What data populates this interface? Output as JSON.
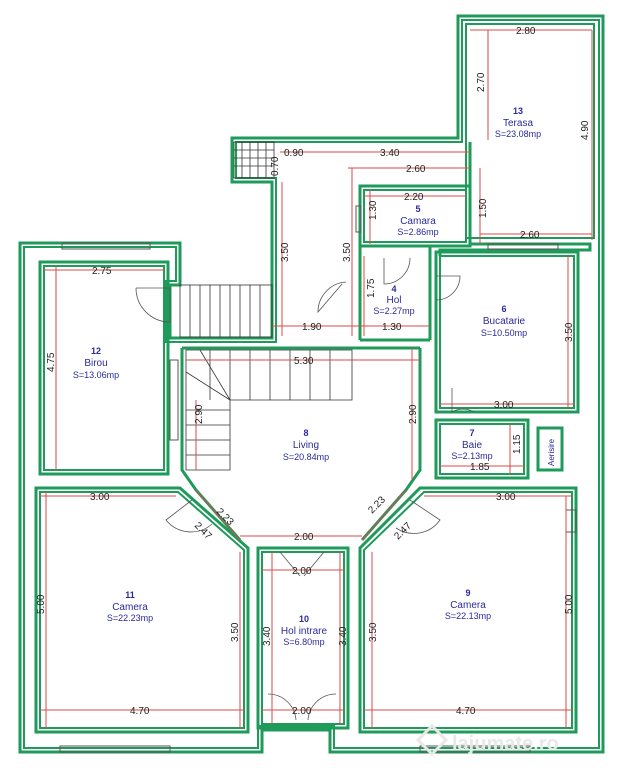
{
  "rooms": [
    {
      "number": "13",
      "name": "Terasa",
      "area": "S=23.08mp"
    },
    {
      "number": "5",
      "name": "Camara",
      "area": "S=2.86mp"
    },
    {
      "number": "4",
      "name": "Hol",
      "area": "S=2.27mp"
    },
    {
      "number": "6",
      "name": "Bucatarie",
      "area": "S=10.50mp"
    },
    {
      "number": "12",
      "name": "Birou",
      "area": "S=13.06mp"
    },
    {
      "number": "8",
      "name": "Living",
      "area": "S=20.84mp"
    },
    {
      "number": "7",
      "name": "Baie",
      "area": "S=2.13mp"
    },
    {
      "number": "11",
      "name": "Camera",
      "area": "S=22.23mp"
    },
    {
      "number": "10",
      "name": "Hol intrare",
      "area": "S=6.80mp"
    },
    {
      "number": "9",
      "name": "Camera",
      "area": "S=22.13mp"
    }
  ],
  "labels": {
    "aerisire": "Aerisire",
    "watermark": "lajumate.ro"
  },
  "dimensions": [
    "2.80",
    "2.70",
    "4.90",
    "3.40",
    "0.90",
    "0.70",
    "2.60",
    "2.20",
    "1.30",
    "1.50",
    "2.60",
    "3.50",
    "3.50",
    "1.75",
    "1.90",
    "1.30",
    "2.75",
    "4.75",
    "3.50",
    "5.30",
    "2.90",
    "2.90",
    "3.00",
    "1.15",
    "1.85",
    "3.00",
    "2.23",
    "2.23",
    "2.47",
    "2.47",
    "2.00",
    "3.00",
    "2.00",
    "5.00",
    "3.50",
    "3.40",
    "3.40",
    "3.50",
    "5.00",
    "4.70",
    "2.00",
    "4.70"
  ]
}
